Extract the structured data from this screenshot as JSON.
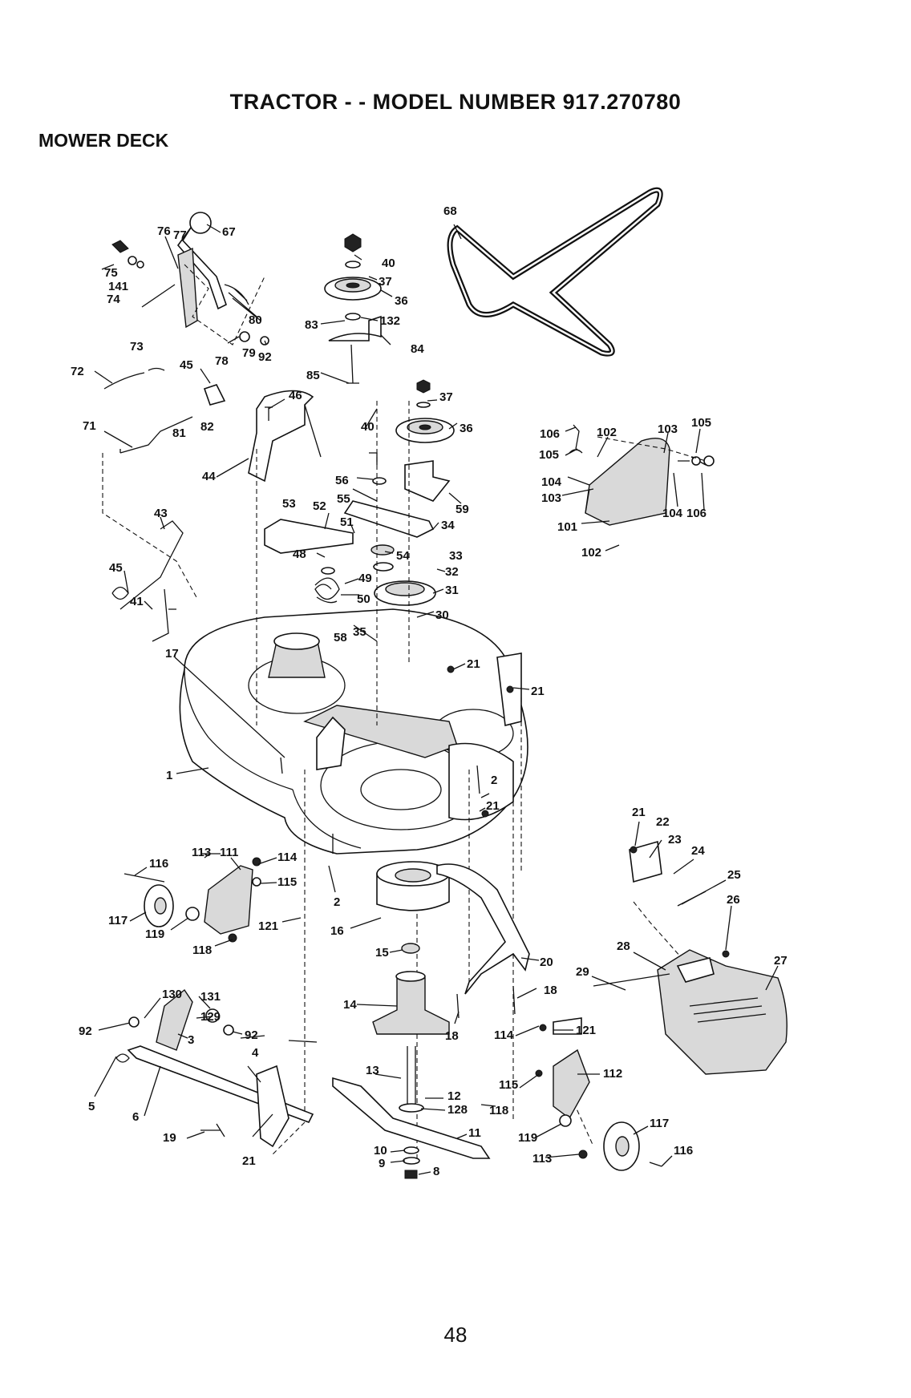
{
  "header": {
    "title": "TRACTOR - - MODEL NUMBER 917.270780",
    "section": "MOWER DECK"
  },
  "page_number": "48",
  "callouts": [
    {
      "id": "76",
      "text": "76"
    },
    {
      "id": "77",
      "text": "77"
    },
    {
      "id": "67",
      "text": "67"
    },
    {
      "id": "75",
      "text": "75"
    },
    {
      "id": "141",
      "text": "141"
    },
    {
      "id": "74",
      "text": "74"
    },
    {
      "id": "73",
      "text": "73"
    },
    {
      "id": "80",
      "text": "80"
    },
    {
      "id": "78",
      "text": "78"
    },
    {
      "id": "79",
      "text": "79"
    },
    {
      "id": "92a",
      "text": "92"
    },
    {
      "id": "72",
      "text": "72"
    },
    {
      "id": "45a",
      "text": "45"
    },
    {
      "id": "46",
      "text": "46"
    },
    {
      "id": "71",
      "text": "71"
    },
    {
      "id": "81",
      "text": "81"
    },
    {
      "id": "82",
      "text": "82"
    },
    {
      "id": "44",
      "text": "44"
    },
    {
      "id": "40a",
      "text": "40"
    },
    {
      "id": "37a",
      "text": "37"
    },
    {
      "id": "36a",
      "text": "36"
    },
    {
      "id": "83",
      "text": "83"
    },
    {
      "id": "132",
      "text": "132"
    },
    {
      "id": "84",
      "text": "84"
    },
    {
      "id": "85",
      "text": "85"
    },
    {
      "id": "37b",
      "text": "37"
    },
    {
      "id": "40b",
      "text": "40"
    },
    {
      "id": "36b",
      "text": "36"
    },
    {
      "id": "56",
      "text": "56"
    },
    {
      "id": "55",
      "text": "55"
    },
    {
      "id": "59",
      "text": "59"
    },
    {
      "id": "53",
      "text": "53"
    },
    {
      "id": "52",
      "text": "52"
    },
    {
      "id": "51",
      "text": "51"
    },
    {
      "id": "34",
      "text": "34"
    },
    {
      "id": "54",
      "text": "54"
    },
    {
      "id": "33",
      "text": "33"
    },
    {
      "id": "48",
      "text": "48"
    },
    {
      "id": "32",
      "text": "32"
    },
    {
      "id": "49",
      "text": "49"
    },
    {
      "id": "31",
      "text": "31"
    },
    {
      "id": "50",
      "text": "50"
    },
    {
      "id": "30",
      "text": "30"
    },
    {
      "id": "58",
      "text": "58"
    },
    {
      "id": "35",
      "text": "35"
    },
    {
      "id": "43",
      "text": "43"
    },
    {
      "id": "45b",
      "text": "45"
    },
    {
      "id": "41",
      "text": "41"
    },
    {
      "id": "68",
      "text": "68"
    },
    {
      "id": "106a",
      "text": "106"
    },
    {
      "id": "102a",
      "text": "102"
    },
    {
      "id": "103a",
      "text": "103"
    },
    {
      "id": "105a",
      "text": "105"
    },
    {
      "id": "105b",
      "text": "105"
    },
    {
      "id": "104a",
      "text": "104"
    },
    {
      "id": "103b",
      "text": "103"
    },
    {
      "id": "104b",
      "text": "104"
    },
    {
      "id": "106b",
      "text": "106"
    },
    {
      "id": "101",
      "text": "101"
    },
    {
      "id": "102b",
      "text": "102"
    },
    {
      "id": "17",
      "text": "17"
    },
    {
      "id": "21a",
      "text": "21"
    },
    {
      "id": "21b",
      "text": "21"
    },
    {
      "id": "1",
      "text": "1"
    },
    {
      "id": "2a",
      "text": "2"
    },
    {
      "id": "21c",
      "text": "21"
    },
    {
      "id": "21d",
      "text": "21"
    },
    {
      "id": "22",
      "text": "22"
    },
    {
      "id": "23",
      "text": "23"
    },
    {
      "id": "24",
      "text": "24"
    },
    {
      "id": "25",
      "text": "25"
    },
    {
      "id": "26",
      "text": "26"
    },
    {
      "id": "27",
      "text": "27"
    },
    {
      "id": "28",
      "text": "28"
    },
    {
      "id": "29",
      "text": "29"
    },
    {
      "id": "116a",
      "text": "116"
    },
    {
      "id": "113a",
      "text": "113"
    },
    {
      "id": "111",
      "text": "111"
    },
    {
      "id": "114a",
      "text": "114"
    },
    {
      "id": "115a",
      "text": "115"
    },
    {
      "id": "117a",
      "text": "117"
    },
    {
      "id": "119a",
      "text": "119"
    },
    {
      "id": "121a",
      "text": "121"
    },
    {
      "id": "118a",
      "text": "118"
    },
    {
      "id": "2b",
      "text": "2"
    },
    {
      "id": "16",
      "text": "16"
    },
    {
      "id": "15",
      "text": "15"
    },
    {
      "id": "20",
      "text": "20"
    },
    {
      "id": "18a",
      "text": "18"
    },
    {
      "id": "18b",
      "text": "18"
    },
    {
      "id": "130",
      "text": "130"
    },
    {
      "id": "131",
      "text": "131"
    },
    {
      "id": "129",
      "text": "129"
    },
    {
      "id": "92b",
      "text": "92"
    },
    {
      "id": "92c",
      "text": "92"
    },
    {
      "id": "3",
      "text": "3"
    },
    {
      "id": "4",
      "text": "4"
    },
    {
      "id": "14",
      "text": "14"
    },
    {
      "id": "114b",
      "text": "114"
    },
    {
      "id": "121b",
      "text": "121"
    },
    {
      "id": "5",
      "text": "5"
    },
    {
      "id": "6",
      "text": "6"
    },
    {
      "id": "13",
      "text": "13"
    },
    {
      "id": "115b",
      "text": "115"
    },
    {
      "id": "112",
      "text": "112"
    },
    {
      "id": "12",
      "text": "12"
    },
    {
      "id": "128",
      "text": "128"
    },
    {
      "id": "118b",
      "text": "118"
    },
    {
      "id": "11",
      "text": "11"
    },
    {
      "id": "19",
      "text": "19"
    },
    {
      "id": "119b",
      "text": "119"
    },
    {
      "id": "117b",
      "text": "117"
    },
    {
      "id": "21e",
      "text": "21"
    },
    {
      "id": "10",
      "text": "10"
    },
    {
      "id": "9",
      "text": "9"
    },
    {
      "id": "8",
      "text": "8"
    },
    {
      "id": "113b",
      "text": "113"
    },
    {
      "id": "116b",
      "text": "116"
    }
  ]
}
